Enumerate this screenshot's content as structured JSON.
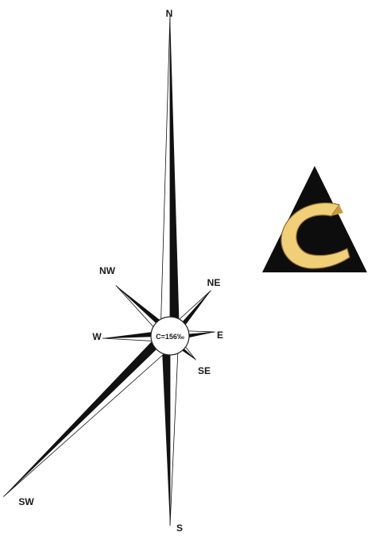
{
  "rose": {
    "center_label": "C=156‰",
    "directions": [
      {
        "key": "n",
        "label": "N",
        "length": 1.0
      },
      {
        "key": "ne",
        "label": "NE",
        "length": 0.19
      },
      {
        "key": "e",
        "label": "E",
        "length": 0.14
      },
      {
        "key": "se",
        "label": "SE",
        "length": 0.11
      },
      {
        "key": "s",
        "label": "S",
        "length": 0.59
      },
      {
        "key": "sw",
        "label": "SW",
        "length": 0.72
      },
      {
        "key": "w",
        "label": "W",
        "length": 0.21
      },
      {
        "key": "nw",
        "label": "NW",
        "length": 0.23
      }
    ]
  },
  "colors": {
    "ink": "#111111",
    "logo_black": "#0d0d0d",
    "logo_gold": "#f1cf78",
    "logo_gold_shade": "#c99a3c"
  },
  "logo": {
    "icon": "stylized-a-with-c-logo"
  }
}
